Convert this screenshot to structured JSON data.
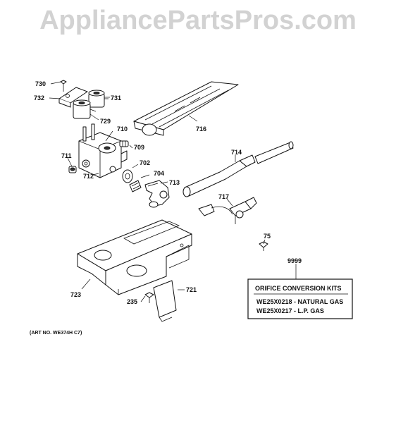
{
  "watermark": "AppliancePartsPros.com",
  "art_number": "(ART NO. WE374H C7)",
  "parts": {
    "p730": "730",
    "p731": "731",
    "p732": "732",
    "p729": "729",
    "p710": "710",
    "p716": "716",
    "p709": "709",
    "p711": "711",
    "p714": "714",
    "p702": "702",
    "p712": "712",
    "p704": "704",
    "p713": "713",
    "p717": "717",
    "p75": "75",
    "p9999": "9999",
    "p723": "723",
    "p721": "721",
    "p235": "235"
  },
  "kit_box": {
    "title": "ORIFICE CONVERSION KITS",
    "lines": [
      "WE25X0218 - NATURAL GAS",
      "WE25X0217 - L.P. GAS"
    ]
  }
}
